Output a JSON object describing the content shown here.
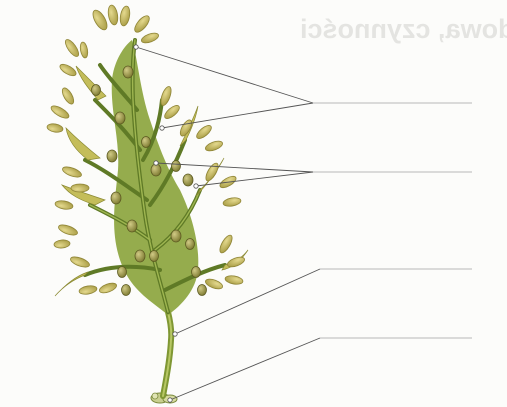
{
  "page": {
    "bleed_through_text": "budowa, czynności",
    "background_color": "#fcfcfa",
    "line_color": "#555555",
    "plant_colors": {
      "stem": "#8fa43a",
      "stem_dark": "#5f7a28",
      "frond_light": "#d6c872",
      "frond_mid": "#b7b04a",
      "vesicle": "#8e8a3a",
      "vesicle_highlight": "#c9c27a"
    }
  },
  "diagram": {
    "subject": "seaweed-thallus",
    "label_lines": [
      {
        "name": "label-line-1",
        "text": ""
      },
      {
        "name": "label-line-2",
        "text": ""
      },
      {
        "name": "label-line-3",
        "text": ""
      },
      {
        "name": "label-line-4",
        "text": ""
      }
    ]
  }
}
